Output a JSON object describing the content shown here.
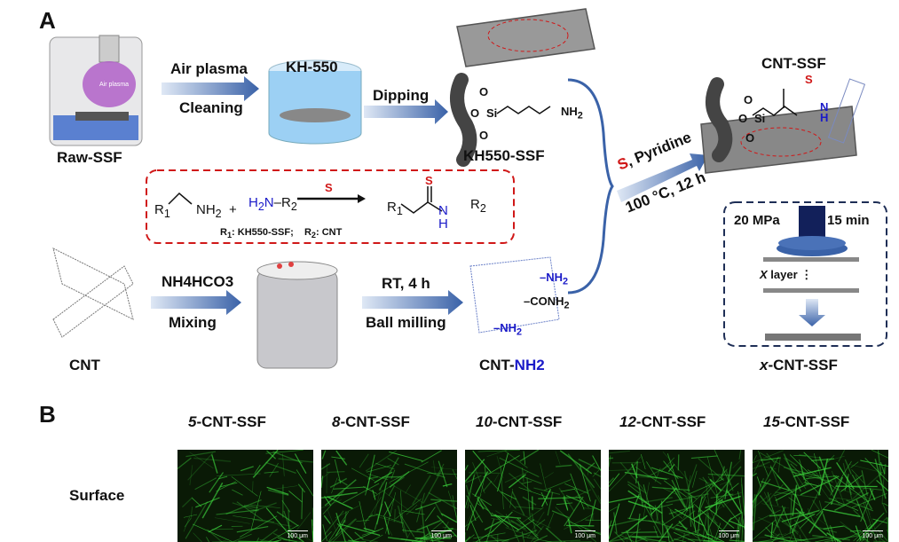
{
  "panel_a": {
    "label": "A",
    "raw_ssf": "Raw-SSF",
    "plasma_label": "Air\nplasma",
    "step1_top": "Air plasma",
    "step1_bottom": "Cleaning",
    "kh550": "KH-550",
    "step2": "Dipping",
    "kh550_ssf": "KH550-SSF",
    "nh2": "NH",
    "o": "O",
    "si": "Si",
    "reaction": {
      "r1": "R",
      "nh2": "NH",
      "plus": "+",
      "h2n": "H",
      "n": "N",
      "r2": "R",
      "s": "S",
      "h": "H",
      "legend_r1": ": KH550-SSF;",
      "legend_r2": ": CNT"
    },
    "step3_s": "S",
    "step3_top": ", Pyridine",
    "step3_bottom": "100 °C,  12 h",
    "cnt_ssf": "CNT-SSF",
    "cnt": "CNT",
    "mix_top": "NH4HCO3",
    "mix_bottom": "Mixing",
    "mill_top": "RT,  4 h",
    "mill_bottom": "Ball milling",
    "cnt_nh2_prefix": "CNT-",
    "cnt_nh2_suffix": "NH2",
    "conh2": "–CONH",
    "pressure": "20 MPa",
    "time": "15 min",
    "x_layer": "X",
    "layer": " layer",
    "x_cnt_ssf_prefix": "x",
    "x_cnt_ssf": "-CNT-SSF"
  },
  "panel_b": {
    "label": "B",
    "row_label": "Surface",
    "samples": [
      {
        "n": "5",
        "name": "-CNT-SSF",
        "scale": "100 μm",
        "density": 0.3
      },
      {
        "n": "8",
        "name": "-CNT-SSF",
        "scale": "100 μm",
        "density": 0.55
      },
      {
        "n": "10",
        "name": "-CNT-SSF",
        "scale": "100 μm",
        "density": 0.6
      },
      {
        "n": "12",
        "name": "-CNT-SSF",
        "scale": "100 μm",
        "density": 0.75
      },
      {
        "n": "15",
        "name": "-CNT-SSF",
        "scale": "100 μm",
        "density": 0.85
      }
    ]
  },
  "colors": {
    "red": "#d01818",
    "blue": "#1a1ac8",
    "arrow": "#3a62a8",
    "green": "#3cd23c"
  }
}
